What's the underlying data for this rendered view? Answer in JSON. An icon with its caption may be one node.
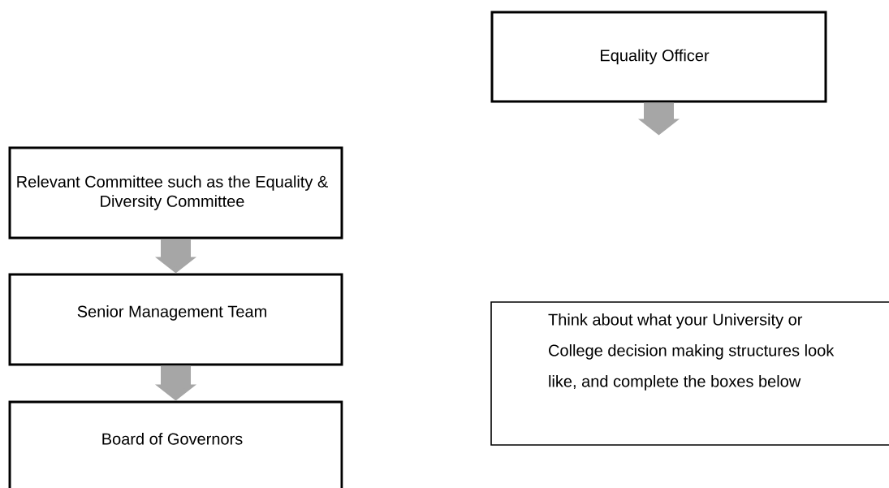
{
  "diagram": {
    "nodes": [
      {
        "text": [
          "Equality Officer"
        ]
      },
      {
        "text": [
          "Relevant Committee such as the Equality & Diversity Committee"
        ]
      },
      {
        "text": [
          "Senior Management Team"
        ]
      },
      {
        "text": [
          "Board of Governors"
        ]
      },
      {
        "text": [
          "Think about what your University or College decision making structures look like, and complete the boxes below"
        ]
      }
    ],
    "edges": [
      {
        "from": 0,
        "to": null,
        "arrow": "to"
      },
      {
        "from": 1,
        "to": 2,
        "arrow": "to"
      },
      {
        "from": 2,
        "to": 3,
        "arrow": "to"
      }
    ]
  }
}
